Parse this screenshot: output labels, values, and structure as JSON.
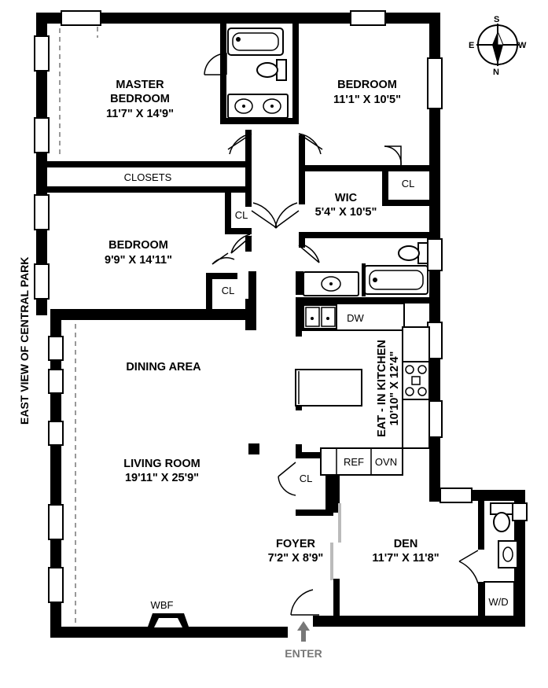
{
  "plan": {
    "side_label": "EAST VIEW OF CENTRAL PARK",
    "enter": "ENTER",
    "compass": {
      "s": "S",
      "e": "E",
      "w": "W",
      "n": "N"
    },
    "rooms": {
      "master": {
        "name1": "MASTER",
        "name2": "BEDROOM",
        "dims": "11'7\" X 14'9\""
      },
      "bedroom_ne": {
        "name": "BEDROOM",
        "dims": "11'1\" X 10'5\""
      },
      "wic": {
        "name": "WIC",
        "dims": "5'4\" X 10'5\""
      },
      "bedroom_w": {
        "name": "BEDROOM",
        "dims": "9'9\" X 14'11\""
      },
      "dining": {
        "name": "DINING AREA"
      },
      "living": {
        "name": "LIVING ROOM",
        "dims": "19'11\" X 25'9\""
      },
      "kitchen": {
        "name": "EAT - IN KITCHEN",
        "dims": "10'10\" X 12'4\""
      },
      "foyer": {
        "name": "FOYER",
        "dims": "7'2\" X 8'9\""
      },
      "den": {
        "name": "DEN",
        "dims": "11'7\" X 11'8\""
      }
    },
    "labels": {
      "closets": "CLOSETS",
      "cl": "CL",
      "dw": "DW",
      "ref": "REF",
      "ovn": "OVN",
      "wbf": "WBF",
      "wd": "W/D"
    }
  }
}
